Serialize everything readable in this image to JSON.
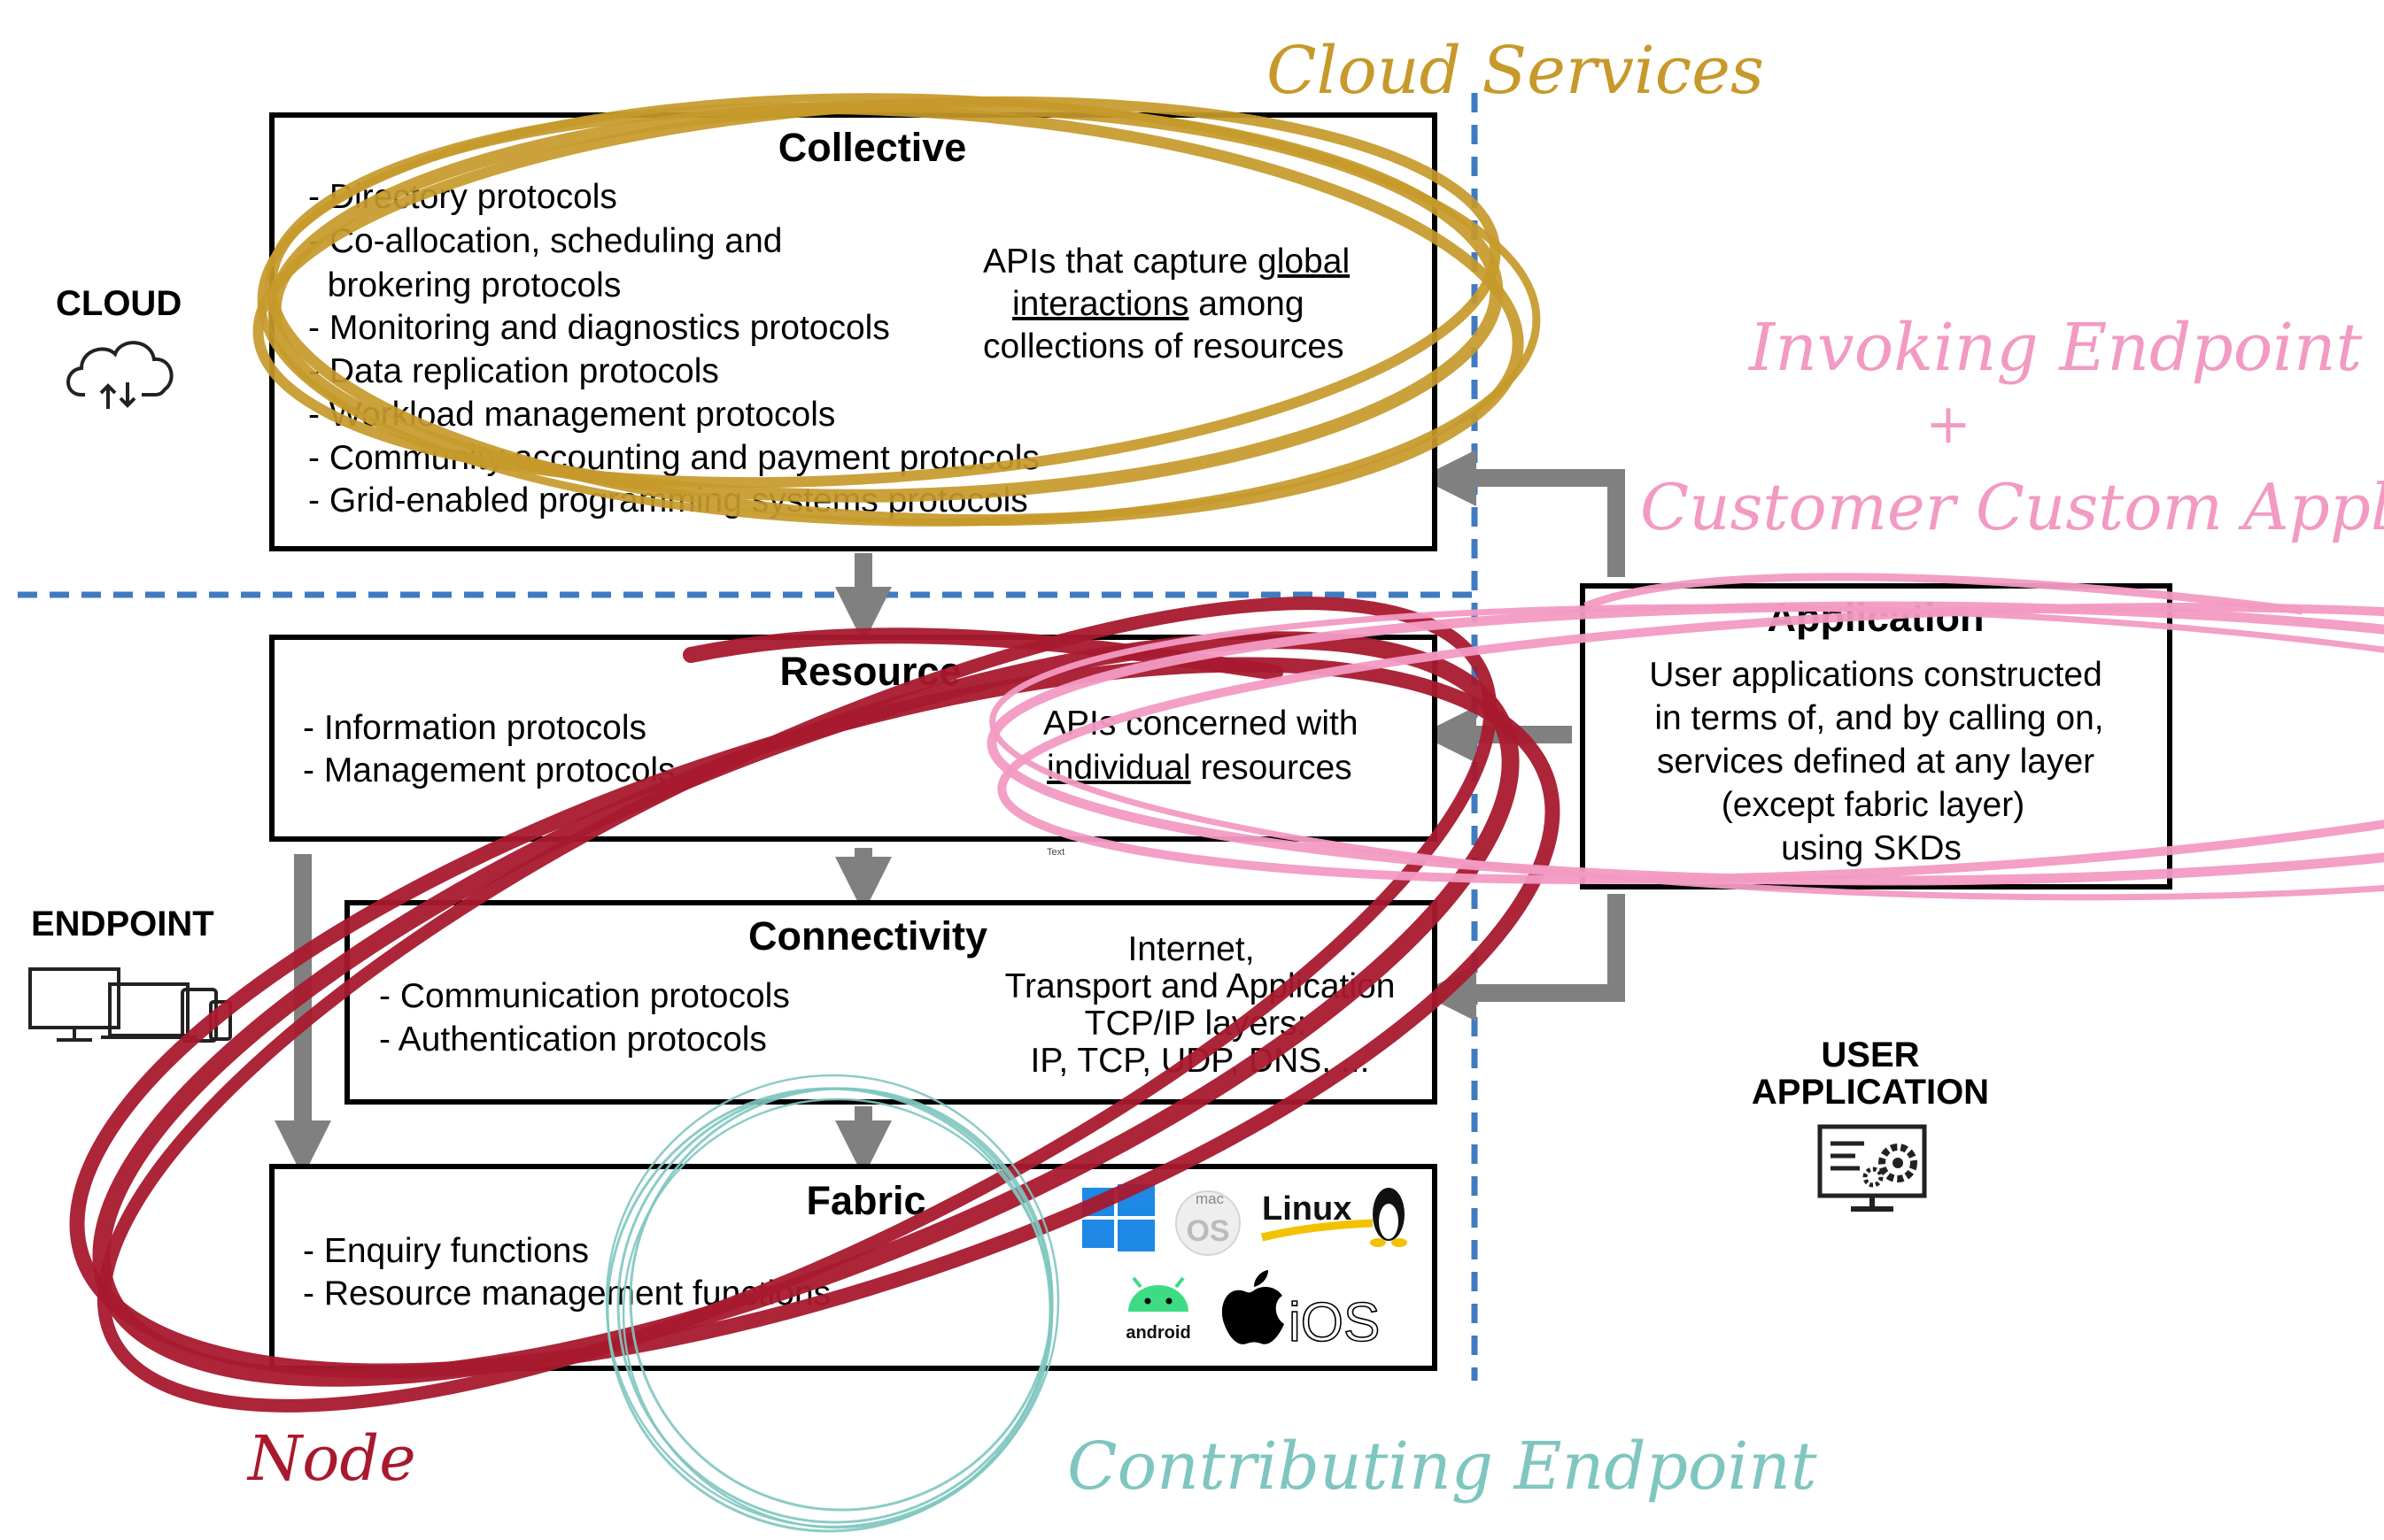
{
  "colors": {
    "gold": "#C6992A",
    "crimson": "#A8192E",
    "pink": "#F29AC3",
    "teal": "#7FC6C0",
    "blue_dashed": "#3F7BC1",
    "arrow_gray": "#808080",
    "box_border": "#000000"
  },
  "zones": {
    "cloud": "CLOUD",
    "endpoint": "ENDPOINT",
    "user_application_line1": "USER",
    "user_application_line2": "APPLICATION"
  },
  "layers": {
    "collective": {
      "title": "Collective",
      "items": [
        "- Directory protocols",
        "- Co-allocation, scheduling and",
        "  brokering protocols",
        "- Monitoring and diagnostics protocols",
        "- Data replication protocols",
        "- Workload management protocols",
        "- Community accounting and payment protocols",
        "- Grid-enabled programming systems protocols"
      ],
      "desc_line1_a": "APIs that capture ",
      "desc_line1_u": "global",
      "desc_line2_u": "interactions",
      "desc_line2_b": " among",
      "desc_line3": "collections of resources"
    },
    "resource": {
      "title": "Resource",
      "items": [
        "- Information protocols",
        "- Management protocols"
      ],
      "desc_line1": "APIs concerned with",
      "desc_line2_u": "individual",
      "desc_line2_b": " resources",
      "tiny_label": "Text"
    },
    "connectivity": {
      "title": "Connectivity",
      "items": [
        "- Communication protocols",
        "- Authentication protocols"
      ],
      "desc": [
        "Internet,",
        "Transport and Application",
        "TCP/IP layers:",
        "IP, TCP, UDP, DNS, ..."
      ]
    },
    "fabric": {
      "title": "Fabric",
      "items": [
        "- Enquiry functions",
        "- Resource management functions"
      ],
      "os_labels": {
        "mac": "mac",
        "linux": "Linux",
        "android": "android",
        "ios": "iOS"
      }
    },
    "application": {
      "title": "Application",
      "desc": [
        "User applications constructed",
        "in terms of, and by calling on,",
        "services defined at any layer",
        "(except fabric layer)",
        "using SKDs"
      ]
    }
  },
  "annotations": {
    "cloud_services": "Cloud Services",
    "invoking_endpoint": "Invoking Endpoint",
    "plus": "+",
    "customer_app": "Customer Custom Application",
    "node": "Node",
    "contributing_endpoint": "Contributing Endpoint"
  },
  "icons": [
    "cloud-sync-icon",
    "devices-icon",
    "monitor-gear-icon",
    "windows-icon",
    "macos-icon",
    "linux-tux-icon",
    "android-icon",
    "apple-icon"
  ]
}
